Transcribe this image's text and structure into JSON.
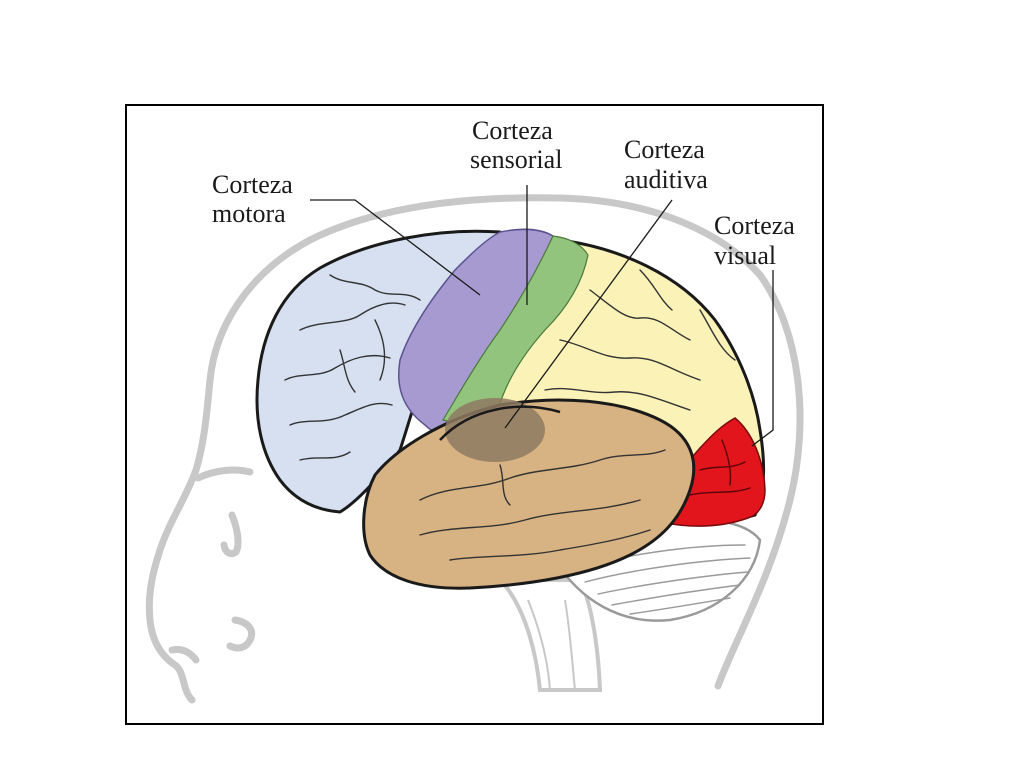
{
  "labels": {
    "motor_line1": "Corteza",
    "motor_line2": "motora",
    "sensory_line1": "Corteza",
    "sensory_line2": "sensorial",
    "auditory_line1": "Corteza",
    "auditory_line2": "auditiva",
    "visual_line1": "Corteza",
    "visual_line2": "visual"
  },
  "colors": {
    "frontal_lobe": "#d6e0f1",
    "motor_cortex": "#a69ad0",
    "sensory_cortex": "#93c47d",
    "parietal_lobe": "#fbf2b7",
    "temporal_lobe": "#d7b283",
    "auditory_cortex": "#8e7a62",
    "visual_cortex": "#e2141c",
    "head_outline": "#c8c8c8"
  }
}
